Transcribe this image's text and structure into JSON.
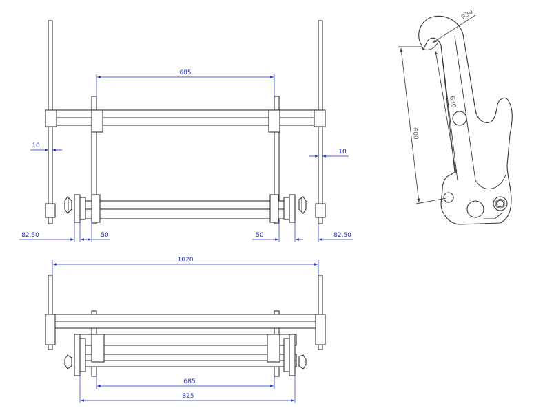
{
  "colors": {
    "background": "#ffffff",
    "part_line": "#333333",
    "dimension_line": "#1a2bd0",
    "dimension_text": "#1a2bd0",
    "side_dimension_text": "#555555"
  },
  "front_view": {
    "dim_top_span": "685",
    "dim_left_offset": "10",
    "dim_right_offset": "10",
    "dim_left_outer": "82,50",
    "dim_left_inner": "50",
    "dim_right_inner": "50",
    "dim_right_outer": "82,50"
  },
  "bottom_view": {
    "dim_overall": "1020",
    "dim_inner_span": "685",
    "dim_middle_span": "825"
  },
  "side_view": {
    "dim_radius": "R30",
    "dim_length_630": "630",
    "dim_length_600": "600"
  }
}
